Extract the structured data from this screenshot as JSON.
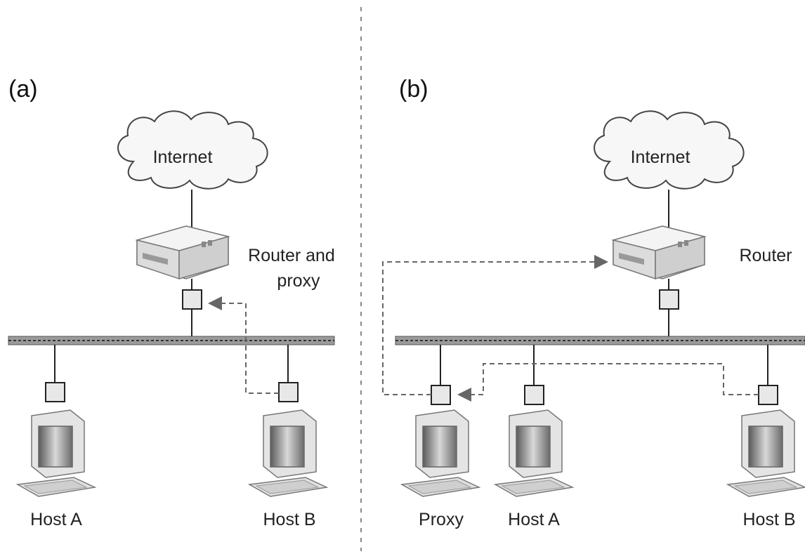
{
  "panels": {
    "a": {
      "label": "(a)",
      "cloud_label": "Internet",
      "router_label_line1": "Router and",
      "router_label_line2": "proxy",
      "hosts": [
        "Host A",
        "Host B"
      ]
    },
    "b": {
      "label": "(b)",
      "cloud_label": "Internet",
      "router_label": "Router",
      "hosts": [
        "Proxy",
        "Host A",
        "Host B"
      ]
    }
  },
  "icons": {
    "cloud": "cloud-icon",
    "router": "router-icon",
    "computer": "computer-icon",
    "port": "network-port-icon",
    "bus": "network-bus"
  },
  "colors": {
    "line": "#222222",
    "dashed_path": "#666666",
    "bus_fill": "#9a9a9a",
    "device_fill": "#e6e6e6"
  }
}
